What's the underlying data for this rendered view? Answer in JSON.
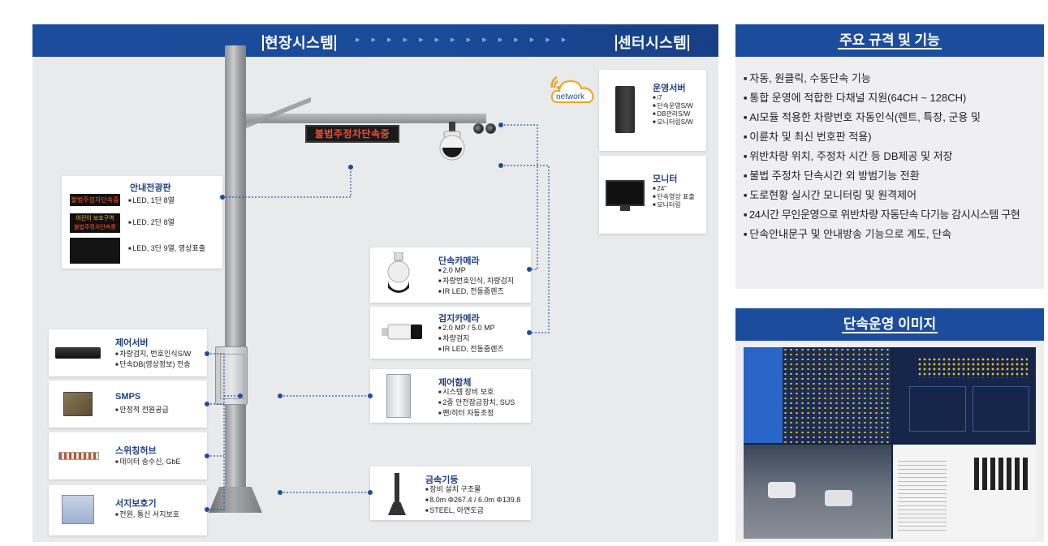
{
  "header": {
    "field_system": "현장시스템",
    "center_system": "센터시스템",
    "arrows": "▸▸▸▸▸▸▸▸▸▸▸▸▸▸"
  },
  "network_label": "network",
  "arm_sign_text": "불법주정차단속중",
  "cards": {
    "led_board": {
      "title": "안내전광판",
      "items": [
        "LED, 1단 8열",
        "LED, 2단 8열",
        "LED, 3단 9열, 영상표출"
      ],
      "samples": [
        "불법주정차단속중",
        "어린이 보호구역",
        "불법주정차단속중"
      ]
    },
    "ops_server": {
      "title": "운영서버",
      "items": [
        "i7",
        "단속운영S/W",
        "DB관리S/W",
        "모니터링S/W"
      ]
    },
    "monitor": {
      "title": "모니터",
      "items": [
        "24\"",
        "단속영상 표출",
        "모니터링"
      ]
    },
    "enforce_cam": {
      "title": "단속카메라",
      "items": [
        "2.0 MP",
        "차량번호인식, 차량검지",
        "IR LED, 전동줌렌즈"
      ]
    },
    "detect_cam": {
      "title": "검지카메라",
      "items": [
        "2.0 MP / 5.0 MP",
        "차량검지",
        "IR LED, 전동줌렌즈"
      ]
    },
    "control_cabinet": {
      "title": "제어함체",
      "items": [
        "시스템 장비 보호",
        "2중 안전잠금장치, SUS",
        "팬/히터 자동조정"
      ]
    },
    "metal_pole": {
      "title": "금속기둥",
      "items": [
        "장비 설치 구조물",
        "8.0m Φ267.4 / 6.0m Φ139.8",
        "STEEL, 아연도금"
      ]
    },
    "control_server": {
      "title": "제어서버",
      "items": [
        "차량검지, 번호인식S/W",
        "단속DB(영상정보) 전송"
      ]
    },
    "smps": {
      "title": "SMPS",
      "items": [
        "안정적 전원공급"
      ]
    },
    "switch_hub": {
      "title": "스위칭허브",
      "items": [
        "데이터 송수신, GbE"
      ]
    },
    "surge": {
      "title": "서지보호기",
      "items": [
        "전원, 통신 서지보호"
      ]
    }
  },
  "specs": {
    "title": "주요 규격 및 기능",
    "items": [
      "자동, 원클릭, 수동단속 기능",
      "통합 운영에 적합한 다채널 지원(64CH ~ 128CH)",
      "AI모듈 적용한 차량번호 자동인식(렌트, 특장, 군용 및",
      "이륜차 및 최신 번호판 적용)",
      "위반차량 위치, 주정차 시간 등 DB제공 및 저장",
      "불법 주정차 단속시간 외 방범기능 전환",
      "도로현황 실시간 모니터링 및 원격제어",
      "24시간 무인운영으로 위반차량 자동단속 다기능 감시시스템 구현",
      "단속안내문구 및 안내방송 기능으로 계도, 단속"
    ]
  },
  "ops": {
    "title": "단속운영 이미지"
  },
  "colors": {
    "brand_blue": "#1c4d9c",
    "title_blue": "#1c3f86",
    "led_red": "#ff4a2a"
  }
}
